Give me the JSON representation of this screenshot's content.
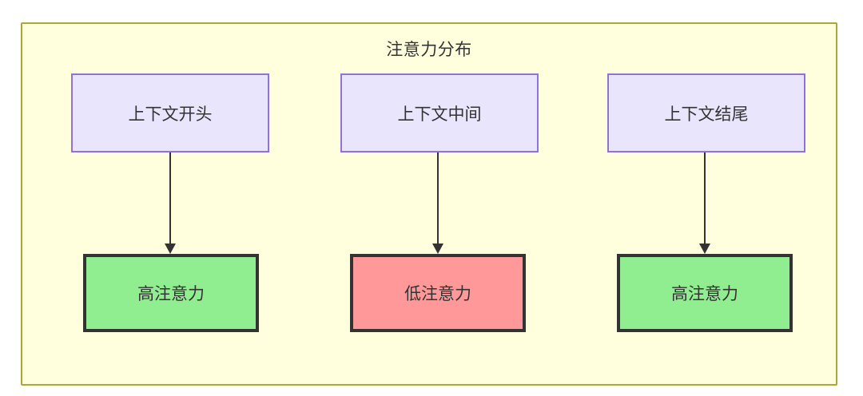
{
  "diagram": {
    "title": "注意力分布",
    "background": "#ffffdd",
    "border_color": "#aaaa33",
    "columns": [
      {
        "source": {
          "label": "上下文开头",
          "fill": "#e8e5fd",
          "stroke": "#9370db"
        },
        "target": {
          "label": "高注意力",
          "fill": "#90ee90",
          "stroke": "#333333"
        },
        "edge": {
          "label": "",
          "color": "#333333",
          "arrow": "arrow-down-icon"
        }
      },
      {
        "source": {
          "label": "上下文中间",
          "fill": "#e8e5fd",
          "stroke": "#9370db"
        },
        "target": {
          "label": "低注意力",
          "fill": "#ff9999",
          "stroke": "#333333"
        },
        "edge": {
          "label": "",
          "color": "#333333",
          "arrow": "arrow-down-icon"
        }
      },
      {
        "source": {
          "label": "上下文结尾",
          "fill": "#e8e5fd",
          "stroke": "#9370db"
        },
        "target": {
          "label": "高注意力",
          "fill": "#90ee90",
          "stroke": "#333333"
        },
        "edge": {
          "label": "",
          "color": "#333333",
          "arrow": "arrow-down-icon"
        }
      }
    ]
  }
}
